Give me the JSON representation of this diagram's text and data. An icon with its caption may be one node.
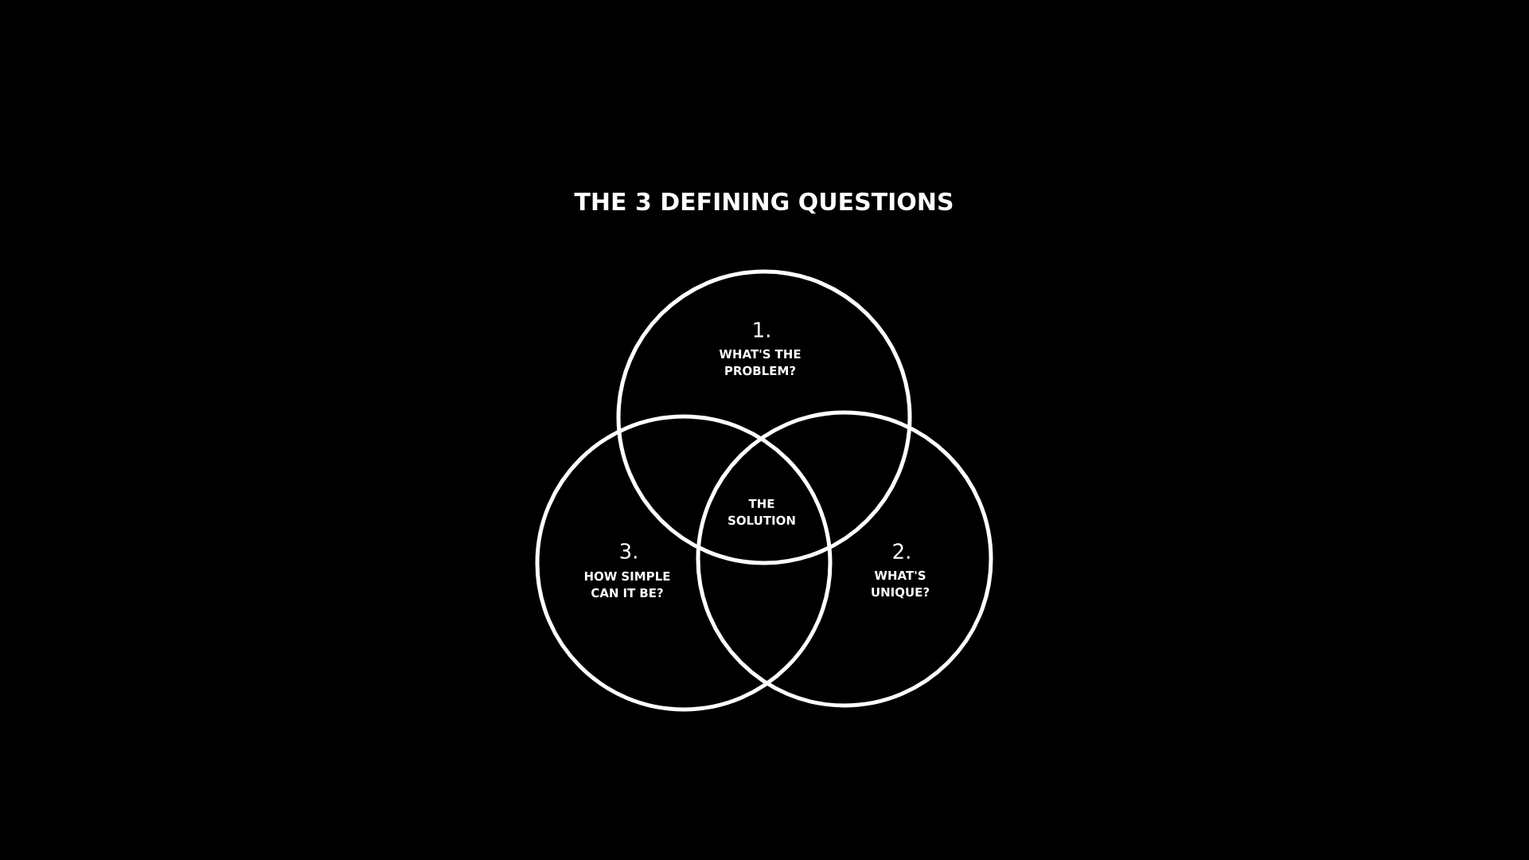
{
  "diagram": {
    "title": "THE 3 DEFINING QUESTIONS",
    "nodes": [
      {
        "text": [
          "1.",
          "WHAT'S THE PROBLEM?"
        ]
      },
      {
        "text": [
          "2.",
          "WHAT'S UNIQUE?"
        ]
      },
      {
        "text": [
          "3.",
          "HOW SIMPLE CAN IT BE?"
        ]
      }
    ],
    "labels": [
      "THE SOLUTION"
    ]
  }
}
